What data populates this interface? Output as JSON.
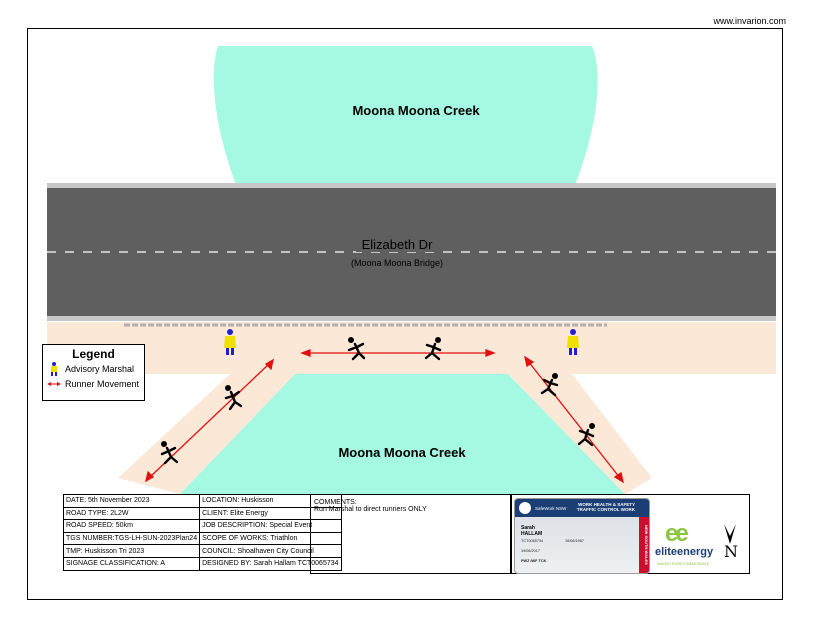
{
  "site_url": "www.invarion.com",
  "labels": {
    "creek_top": "Moona Moona Creek",
    "creek_bottom": "Moona Moona Creek",
    "road_name": "Elizabeth Dr",
    "road_sub": "(Moona Moona Bridge)"
  },
  "legend": {
    "title": "Legend",
    "items": [
      {
        "label": "Advisory Marshal",
        "icon": "marshal-icon"
      },
      {
        "label": "Runner Movement",
        "icon": "double-arrow-icon"
      }
    ]
  },
  "info_table": [
    [
      "DATE: 5th November 2023",
      "LOCATION: Huskisson"
    ],
    [
      "ROAD TYPE: 2L2W",
      "CLIENT: Elite Energy"
    ],
    [
      "ROAD SPEED: 50km",
      "JOB DESCRIPTION: Special Event"
    ],
    [
      "TGS NUMBER:TGS-LH-SUN-2023Plan24",
      "SCOPE OF WORKS: Triathlon"
    ],
    [
      "TMP: Huskisson Tri 2023",
      "COUNCIL: Shoalhaven City Council"
    ],
    [
      "SIGNAGE CLASSIFICATION: A",
      "DESIGNED BY: Sarah Hallam TCT0065734"
    ]
  ],
  "comments": {
    "heading": "COMMENTS:",
    "text": "Run Marshal to direct runners ONLY"
  },
  "card": {
    "band_left": "SafeWork NSW",
    "band_right_1": "WORK HEALTH & SAFETY",
    "band_right_2": "TRAFFIC CONTROL WORK",
    "side": "NEW SOUTH WALES",
    "first_name": "Sarah",
    "last_name": "HALLAM",
    "card_no": "TCT0065734",
    "dob": "16/06/1987",
    "issue": "19/06/2017",
    "classes": "PWZ  IWF  TCK"
  },
  "brand": {
    "mark": "ee",
    "word": "eliteenergy",
    "tagline": "MAKING EVENTS MEMORABLE"
  },
  "north": {
    "letter": "N"
  },
  "colors": {
    "water": "#a5f8e2",
    "road": "#5f5f5f",
    "footpath": "#fbe8d6",
    "arrow": "#e01010",
    "marshal_body": "#f0e000",
    "marshal_head": "#2020d0"
  }
}
